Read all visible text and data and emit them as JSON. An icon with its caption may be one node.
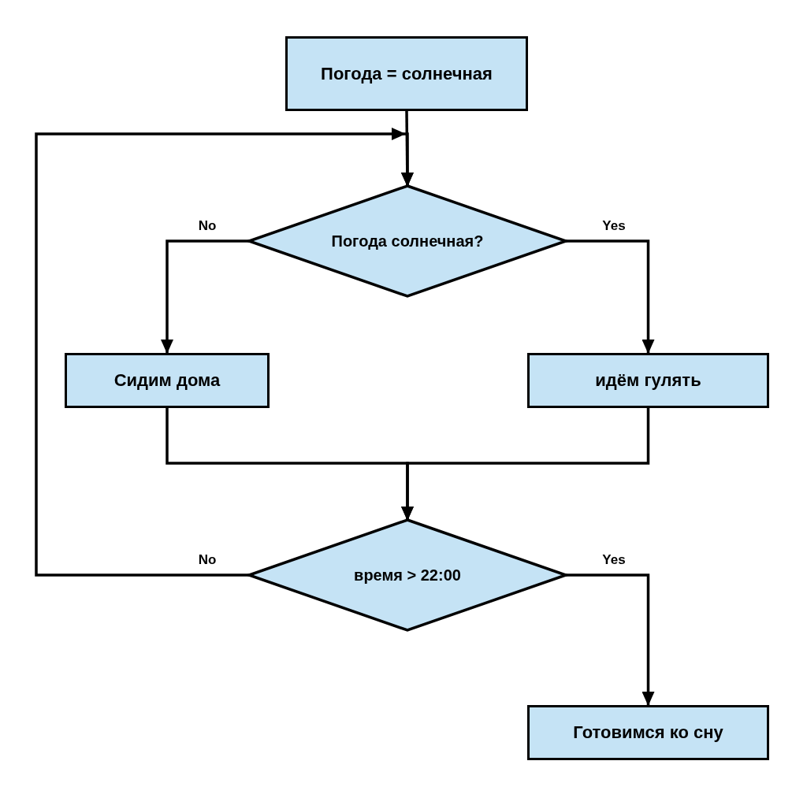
{
  "diagram": {
    "nodes": [
      {
        "text": [
          "Погода = солнечная"
        ]
      },
      {
        "text": [
          "Погода солнечная?"
        ]
      },
      {
        "text": [
          "Сидим дома"
        ]
      },
      {
        "text": [
          "идём гулять"
        ]
      },
      {
        "text": [
          "время > 22:00"
        ]
      },
      {
        "text": [
          "Готовимся ко сну"
        ]
      }
    ],
    "edges": [
      {
        "from": 0,
        "to": 1,
        "arrow": "to"
      },
      {
        "from": 1,
        "to": 2,
        "arrow": "to",
        "label": "No"
      },
      {
        "from": 1,
        "to": 3,
        "arrow": "to",
        "label": "Yes"
      },
      {
        "from": 2,
        "to": 4,
        "arrow": "to"
      },
      {
        "from": 3,
        "to": 4,
        "arrow": "to"
      },
      {
        "from": 4,
        "to": 1,
        "arrow": "to",
        "label": "No"
      },
      {
        "from": 4,
        "to": 5,
        "arrow": "to",
        "label": "Yes"
      }
    ]
  }
}
